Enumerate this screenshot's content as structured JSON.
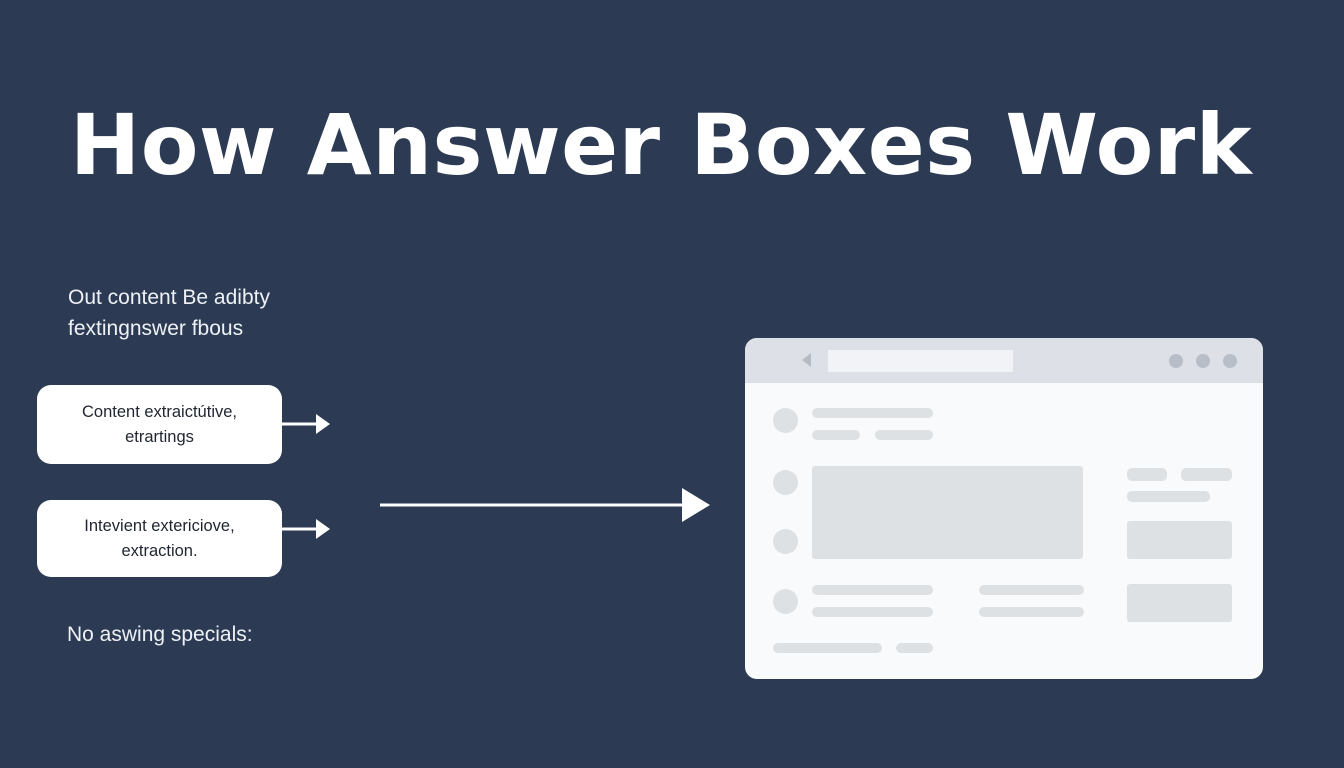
{
  "title": "How Answer Boxes Work",
  "intro": {
    "line1": "Out content Be adibty",
    "line2": "fextingnswer fbous"
  },
  "steps": [
    {
      "line1": "Content extraictútive,",
      "line2": "etrartings"
    },
    {
      "line1": "Intevient extericiove,",
      "line2": "extraction."
    }
  ],
  "footer_note": "No aswing specials:",
  "browser_mockup": {
    "icons": [
      "back-arrow-icon",
      "window-dot-icon",
      "window-dot-icon",
      "window-dot-icon"
    ],
    "description": "Wireframe search results page with placeholder bars"
  },
  "colors": {
    "background": "#2c3b53",
    "card": "#ffffff",
    "browser_bar": "#dde1e7",
    "placeholder": "#dde1e3"
  }
}
